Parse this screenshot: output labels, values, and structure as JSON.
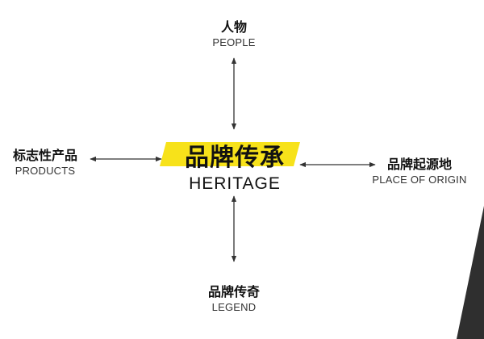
{
  "diagram": {
    "center": {
      "cn": "品牌传承",
      "en": "HERITAGE"
    },
    "top": {
      "cn": "人物",
      "en": "PEOPLE"
    },
    "left": {
      "cn": "标志性产品",
      "en": "PRODUCTS"
    },
    "right": {
      "cn": "品牌起源地",
      "en": "PLACE OF ORIGIN"
    },
    "bottom": {
      "cn": "品牌传奇",
      "en": "LEGEND"
    }
  },
  "colors": {
    "highlight": "#f7e21a",
    "arrow": "#333333",
    "corner": "#2f2f2f"
  }
}
